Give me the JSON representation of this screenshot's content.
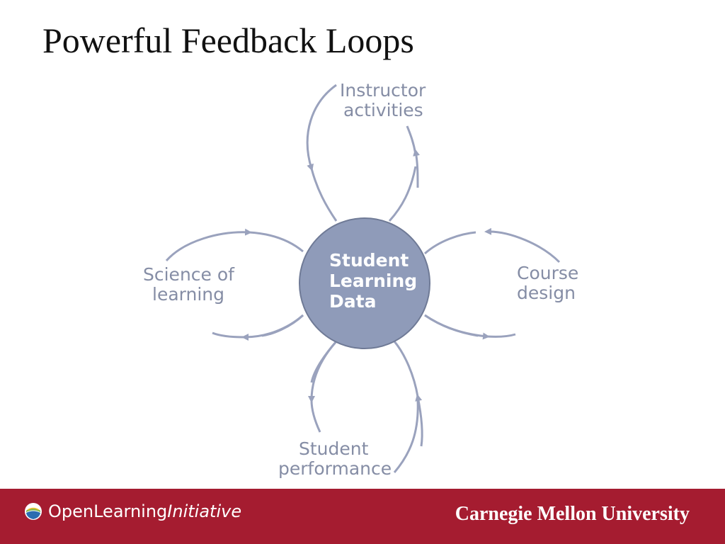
{
  "slide": {
    "title": "Powerful Feedback Loops"
  },
  "diagram": {
    "center": [
      "Student",
      "Learning",
      "Data"
    ],
    "top": [
      "Instructor",
      "activities"
    ],
    "right": [
      "Course",
      "design"
    ],
    "bottom": [
      "Student",
      "performance"
    ],
    "left": [
      "Science of",
      "learning"
    ]
  },
  "footer": {
    "oli_regular": "OpenLearning",
    "oli_italic": "Initiative",
    "cmu": "Carnegie Mellon University"
  },
  "colors": {
    "circle": "#8f9bb9",
    "label": "#858da5",
    "loop": "#9aa2bd",
    "footer": "#a51c30"
  }
}
